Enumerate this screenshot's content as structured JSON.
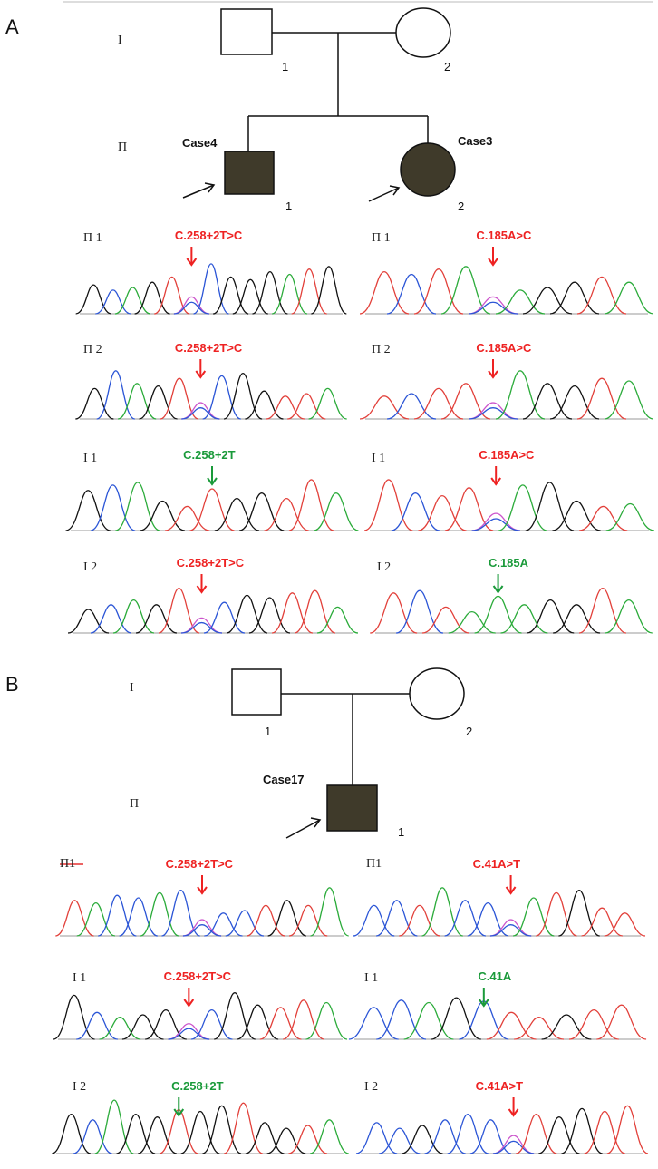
{
  "colors": {
    "mutation": "#ee2222",
    "wildtype": "#1a9a3a",
    "affected_fill": "#3f3a2a",
    "base_A": "#2bab3a",
    "base_C": "#2b55d6",
    "base_G": "#111111",
    "base_T": "#e2403a",
    "het_pink": "#cc55cc"
  },
  "panels": [
    {
      "letter": "A",
      "pedigree": {
        "gen_I": "I",
        "gen_II": "Π",
        "father_num": "1",
        "mother_num": "2",
        "proband1_label": "Case4",
        "proband1_num": "1",
        "proband2_label": "Case3",
        "proband2_num": "2"
      },
      "traces": [
        {
          "label": "Π 1",
          "mut": "C.258+2T>C",
          "status": "mut",
          "seq": "GCAGTGCGGGATG",
          "het": 5
        },
        {
          "label": "Π 1",
          "mut": "C.185A>C",
          "status": "mut",
          "seq": "TCTACAGGTA",
          "het": 4
        },
        {
          "label": "Π 2",
          "mut": "C.258+2T>C",
          "status": "mut",
          "seq": "GCAGTGCGGTTA",
          "het": 5
        },
        {
          "label": "Π 2",
          "mut": "C.185A>C",
          "status": "mut",
          "seq": "TCTTCAGGTA",
          "het": 4
        },
        {
          "label": "I 1",
          "mut": "C.258+2T",
          "status": "wt",
          "seq": "GCAGTTGGTTA",
          "het": 5
        },
        {
          "label": "I 1",
          "mut": "C.185A>C",
          "status": "mut",
          "seq": "TCTTCAGGTA",
          "het": 4
        },
        {
          "label": "I 2",
          "mut": "C.258+2T>C",
          "status": "mut",
          "seq": "GCAGTGCGGTTA",
          "het": 5
        },
        {
          "label": "I 2",
          "mut": "C.185A",
          "status": "wt",
          "seq": "TCTAAAGGTA",
          "het": 4
        }
      ]
    },
    {
      "letter": "B",
      "pedigree": {
        "gen_I": "I",
        "gen_II": "Π",
        "father_num": "1",
        "mother_num": "2",
        "proband_label": "Case17",
        "proband_num": "1"
      },
      "traces": [
        {
          "label": "Π1",
          "mut": "C.258+2T>C",
          "status": "mut",
          "seq": "TACCACCCCTGTA",
          "het": 6
        },
        {
          "label": "Π1",
          "mut": "C.41A>T",
          "status": "mut",
          "seq": "CCTACCTATGTT",
          "het": 6
        },
        {
          "label": "I 1",
          "mut": "C.258+2T>C",
          "status": "mut",
          "seq": "GCAGGGCGGTTA",
          "het": 5
        },
        {
          "label": "I 1",
          "mut": "C.41A",
          "status": "wt",
          "seq": "CCAGCTTGTT",
          "het": 4
        },
        {
          "label": "I 2",
          "mut": "C.258+2T",
          "status": "wt",
          "seq": "GCAGGTGGTGGTA",
          "het": 5
        },
        {
          "label": "I 2",
          "mut": "C.41A>T",
          "status": "mut",
          "seq": "CCGCCCATGGTT",
          "het": 6
        }
      ]
    }
  ]
}
